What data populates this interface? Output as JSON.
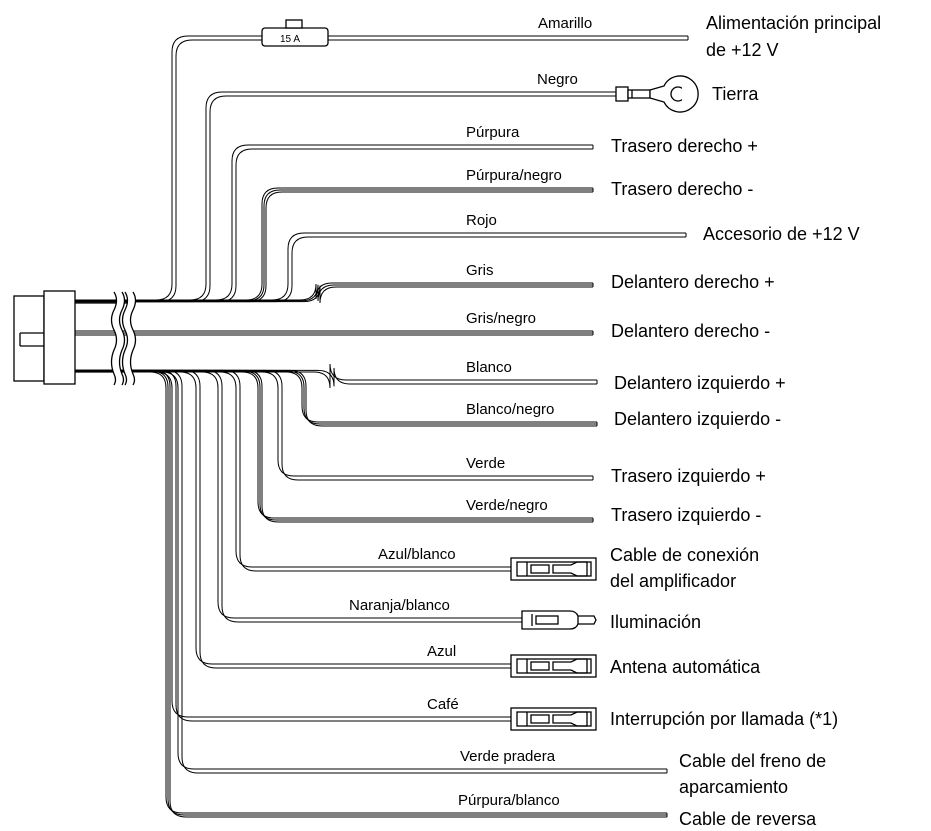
{
  "fuse": {
    "label": "15 A"
  },
  "wires": [
    {
      "color": "Amarillo",
      "function": [
        "Alimentación principal",
        "de +12 V"
      ],
      "terminal": "end",
      "icon": "fuse-icon"
    },
    {
      "color": "Negro",
      "function": [
        "Tierra"
      ],
      "terminal": "ring",
      "icon": "ring-terminal-icon"
    },
    {
      "color": "Púrpura",
      "function": [
        "Trasero derecho +"
      ],
      "terminal": "end"
    },
    {
      "color": "Púrpura/negro",
      "function": [
        "Trasero derecho -"
      ],
      "terminal": "end"
    },
    {
      "color": "Rojo",
      "function": [
        "Accesorio de +12 V"
      ],
      "terminal": "end"
    },
    {
      "color": "Gris",
      "function": [
        "Delantero derecho +"
      ],
      "terminal": "end"
    },
    {
      "color": "Gris/negro",
      "function": [
        "Delantero derecho -"
      ],
      "terminal": "end"
    },
    {
      "color": "Blanco",
      "function": [
        "Delantero izquierdo +"
      ],
      "terminal": "end"
    },
    {
      "color": "Blanco/negro",
      "function": [
        "Delantero izquierdo -"
      ],
      "terminal": "end"
    },
    {
      "color": "Verde",
      "function": [
        "Trasero izquierdo +"
      ],
      "terminal": "end"
    },
    {
      "color": "Verde/negro",
      "function": [
        "Trasero izquierdo -"
      ],
      "terminal": "end"
    },
    {
      "color": "Azul/blanco",
      "function": [
        "Cable de conexión",
        "del amplificador"
      ],
      "terminal": "female",
      "icon": "female-connector-icon"
    },
    {
      "color": "Naranja/blanco",
      "function": [
        "Iluminación"
      ],
      "terminal": "male",
      "icon": "male-connector-icon"
    },
    {
      "color": "Azul",
      "function": [
        "Antena automática"
      ],
      "terminal": "female",
      "icon": "female-connector-icon"
    },
    {
      "color": "Café",
      "function": [
        "Interrupción por llamada (*1)"
      ],
      "terminal": "female",
      "icon": "female-connector-icon"
    },
    {
      "color": "Verde pradera",
      "function": [
        "Cable del freno de",
        "aparcamiento"
      ],
      "terminal": "end"
    },
    {
      "color": "Púrpura/blanco",
      "function": [
        "Cable de reversa"
      ],
      "terminal": "end"
    }
  ]
}
